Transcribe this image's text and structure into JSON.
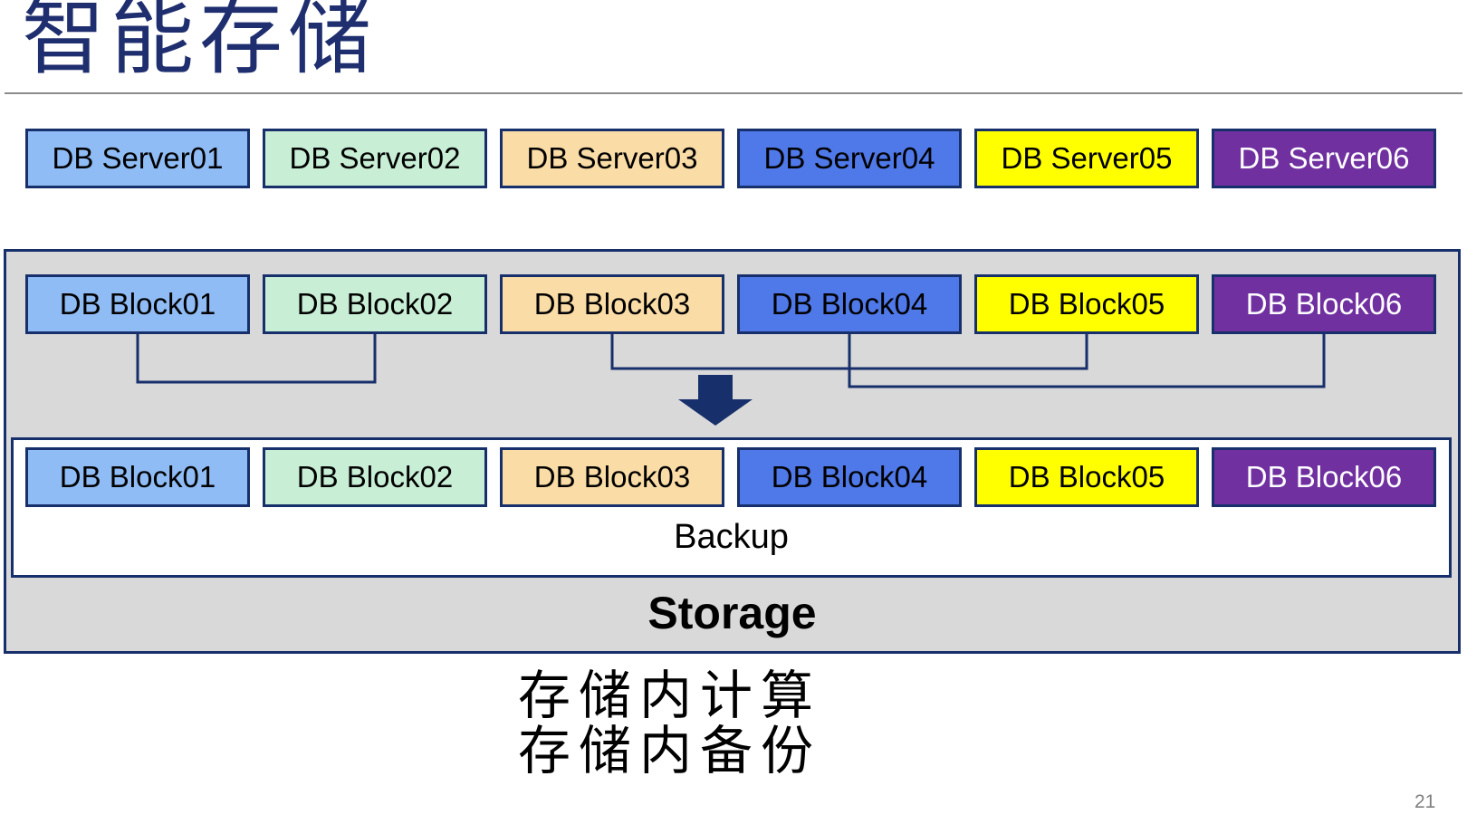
{
  "page": {
    "title": "智能存储",
    "page_number": "21"
  },
  "palette": [
    {
      "name": "light-blue",
      "fill": "#8FBCF4",
      "text": "#000000"
    },
    {
      "name": "mint-green",
      "fill": "#C8EFD6",
      "text": "#000000"
    },
    {
      "name": "tan",
      "fill": "#FADCA6",
      "text": "#000000"
    },
    {
      "name": "medium-blue",
      "fill": "#4F78E8",
      "text": "#000000"
    },
    {
      "name": "yellow",
      "fill": "#FFFF00",
      "text": "#000000"
    },
    {
      "name": "purple",
      "fill": "#7030A0",
      "text": "#FFFFFF"
    }
  ],
  "servers": {
    "boxes": [
      "DB Server01",
      "DB Server02",
      "DB Server03",
      "DB Server04",
      "DB Server05",
      "DB Server06"
    ]
  },
  "storage": {
    "blocks_top": [
      "DB Block01",
      "DB Block02",
      "DB Block03",
      "DB Block04",
      "DB Block05",
      "DB Block06"
    ],
    "blocks_bottom": [
      "DB Block01",
      "DB Block02",
      "DB Block03",
      "DB Block04",
      "DB Block05",
      "DB Block06"
    ],
    "backup_label": "Backup",
    "storage_label": "Storage"
  },
  "caption": {
    "line1": "存储内计算",
    "line2": "存储内备份"
  },
  "colors": {
    "title_navy": "#1F2E6E",
    "navy": "#17306B",
    "container_gray": "#D9D9D9",
    "divider_gray": "#8C8C8C",
    "page_number_gray": "#808080"
  }
}
